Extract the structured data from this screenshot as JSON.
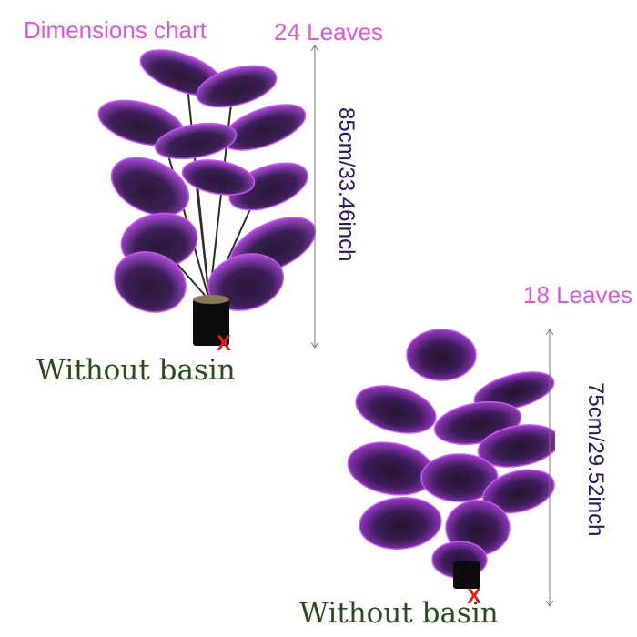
{
  "title": "Dimensions chart",
  "plants": [
    {
      "leaves_label": "24 Leaves",
      "height_label": "85cm/33.46inch",
      "basin_label": "Without basin",
      "x_mark": "X"
    },
    {
      "leaves_label": "18 Leaves",
      "height_label": "75cm/29.52inch",
      "basin_label": "Without basin",
      "x_mark": "X"
    }
  ],
  "colors": {
    "label_pink": "#d85ad8",
    "label_green": "#2a4a20",
    "dimension_text": "#2b1855",
    "leaf_purple": "#a23bd0",
    "leaf_dark": "#2a1838",
    "x_red": "#e0201c"
  }
}
